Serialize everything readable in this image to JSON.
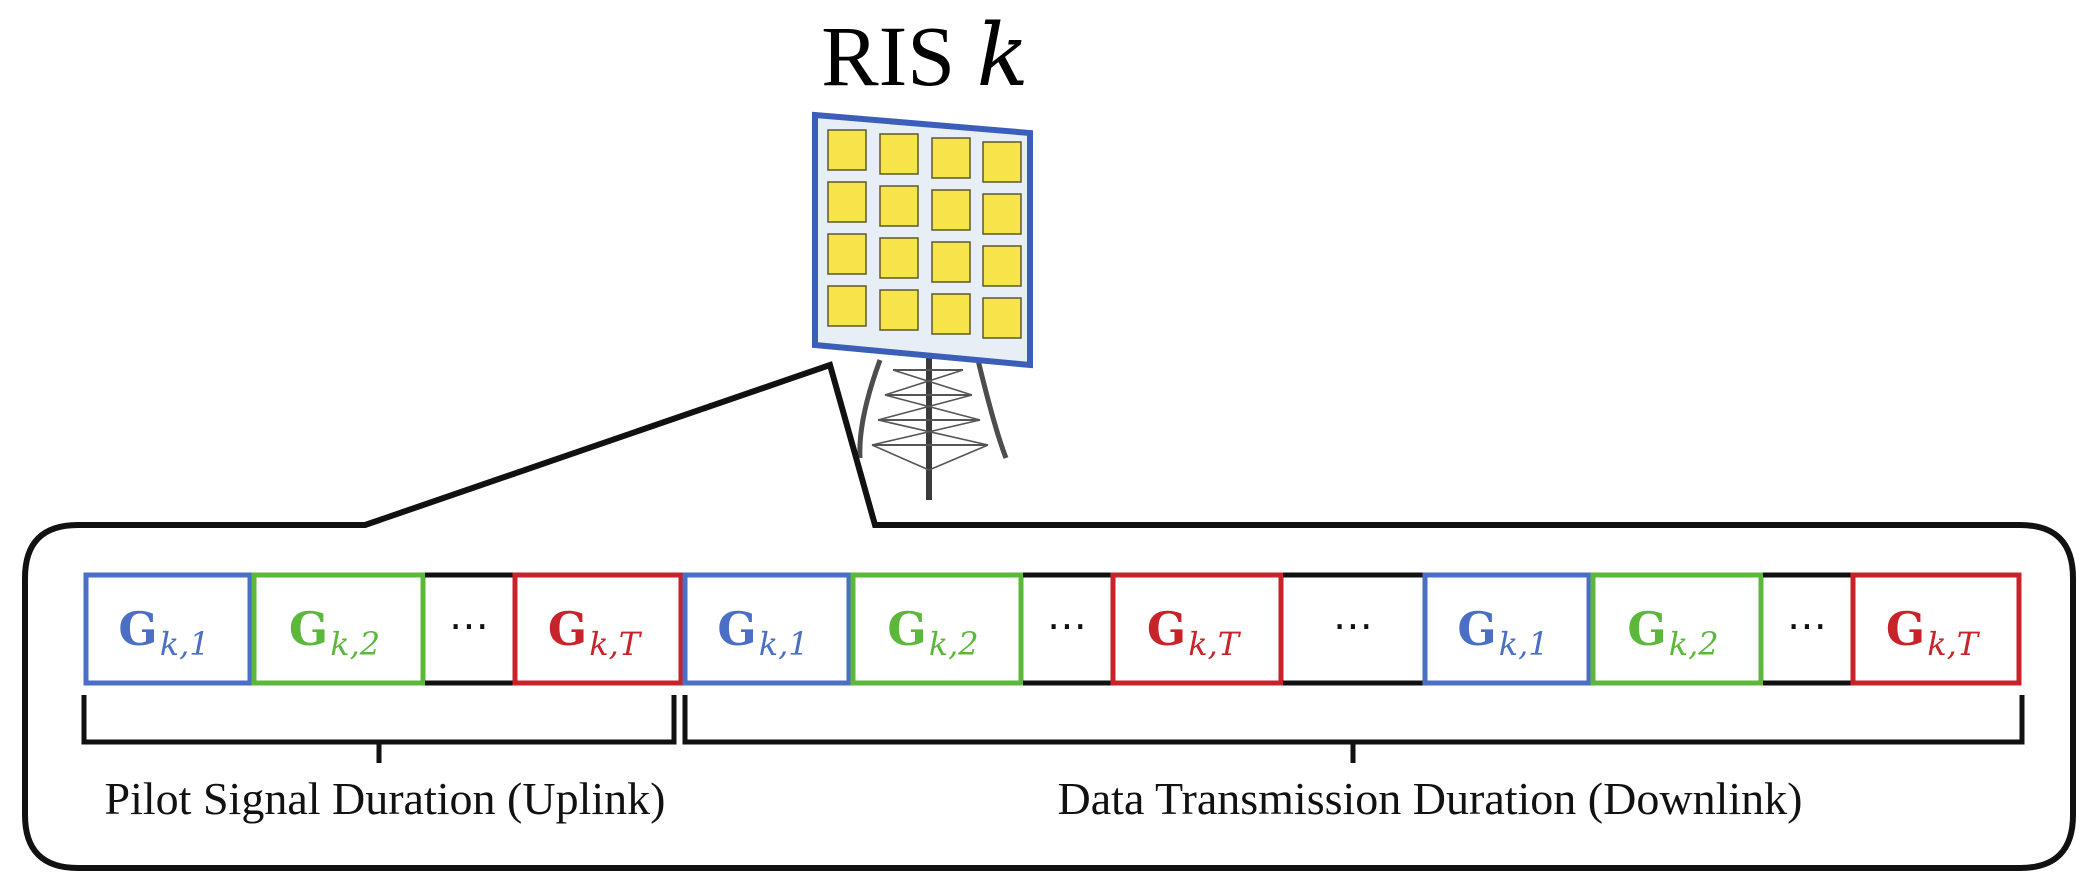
{
  "title": {
    "prefix": "RIS ",
    "index": "k"
  },
  "colors": {
    "blue": "#4a6fc4",
    "green": "#5cb83a",
    "red": "#c8232b",
    "black": "#111111",
    "panel_yellow": "#f7e34a",
    "panel_bg": "#e8eef5",
    "panel_border": "#3b5eb8",
    "tower": "#555555"
  },
  "ellipsis": "⋯",
  "slots": [
    {
      "symbol": "G",
      "sub": "k,1",
      "color": "blue"
    },
    {
      "symbol": "G",
      "sub": "k,2",
      "color": "green"
    },
    {
      "kind": "gap"
    },
    {
      "symbol": "G",
      "sub": "k,T",
      "color": "red"
    },
    {
      "symbol": "G",
      "sub": "k,1",
      "color": "blue"
    },
    {
      "symbol": "G",
      "sub": "k,2",
      "color": "green"
    },
    {
      "kind": "gap"
    },
    {
      "symbol": "G",
      "sub": "k,T",
      "color": "red"
    },
    {
      "kind": "gap"
    },
    {
      "symbol": "G",
      "sub": "k,1",
      "color": "blue"
    },
    {
      "symbol": "G",
      "sub": "k,2",
      "color": "green"
    },
    {
      "kind": "gap"
    },
    {
      "symbol": "G",
      "sub": "k,T",
      "color": "red"
    }
  ],
  "durations": {
    "pilot": "Pilot Signal Duration (Uplink)",
    "data": "Data Transmission Duration (Downlink)"
  }
}
